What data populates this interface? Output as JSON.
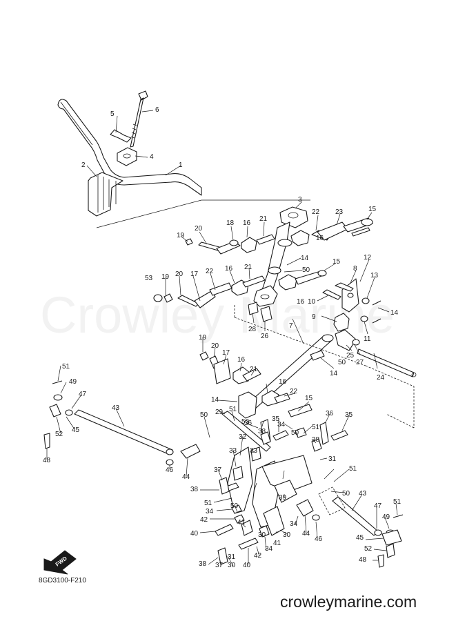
{
  "watermark": "Crowley Marine",
  "diagram_code": "8GD3100-F210",
  "website": "crowleymarine.com",
  "fwd_label": "FWD",
  "callouts": [
    {
      "id": "c1",
      "text": "1"
    },
    {
      "id": "c2",
      "text": "2"
    },
    {
      "id": "c3",
      "text": "3"
    },
    {
      "id": "c4",
      "text": "4"
    },
    {
      "id": "c5",
      "text": "5"
    },
    {
      "id": "c6",
      "text": "6"
    },
    {
      "id": "c7",
      "text": "7"
    },
    {
      "id": "c8",
      "text": "8"
    },
    {
      "id": "c9",
      "text": "9"
    },
    {
      "id": "c10",
      "text": "10"
    },
    {
      "id": "c11",
      "text": "11"
    },
    {
      "id": "c12",
      "text": "12"
    },
    {
      "id": "c13",
      "text": "13"
    },
    {
      "id": "c14a",
      "text": "14"
    },
    {
      "id": "c14b",
      "text": "14"
    },
    {
      "id": "c14c",
      "text": "14"
    },
    {
      "id": "c14d",
      "text": "14"
    },
    {
      "id": "c15a",
      "text": "15"
    },
    {
      "id": "c15b",
      "text": "15"
    },
    {
      "id": "c15c",
      "text": "15"
    },
    {
      "id": "c16a",
      "text": "16"
    },
    {
      "id": "c16b",
      "text": "16"
    },
    {
      "id": "c16c",
      "text": "16"
    },
    {
      "id": "c16d",
      "text": "16"
    },
    {
      "id": "c16e",
      "text": "16"
    },
    {
      "id": "c16f",
      "text": "16"
    },
    {
      "id": "c17a",
      "text": "17"
    },
    {
      "id": "c17b",
      "text": "17"
    },
    {
      "id": "c18",
      "text": "18"
    },
    {
      "id": "c19a",
      "text": "19"
    },
    {
      "id": "c19b",
      "text": "19"
    },
    {
      "id": "c19c",
      "text": "19"
    },
    {
      "id": "c20a",
      "text": "20"
    },
    {
      "id": "c20b",
      "text": "20"
    },
    {
      "id": "c20c",
      "text": "20"
    },
    {
      "id": "c21a",
      "text": "21"
    },
    {
      "id": "c21b",
      "text": "21"
    },
    {
      "id": "c21c",
      "text": "21"
    },
    {
      "id": "c22a",
      "text": "22"
    },
    {
      "id": "c22b",
      "text": "22"
    },
    {
      "id": "c22c",
      "text": "22"
    },
    {
      "id": "c23",
      "text": "23"
    },
    {
      "id": "c24",
      "text": "24"
    },
    {
      "id": "c25",
      "text": "25"
    },
    {
      "id": "c26",
      "text": "26"
    },
    {
      "id": "c27",
      "text": "27"
    },
    {
      "id": "c28",
      "text": "28"
    },
    {
      "id": "c29",
      "text": "29"
    },
    {
      "id": "c30a",
      "text": "30"
    },
    {
      "id": "c30b",
      "text": "30"
    },
    {
      "id": "c30c",
      "text": "30"
    },
    {
      "id": "c31a",
      "text": "31"
    },
    {
      "id": "c31b",
      "text": "31"
    },
    {
      "id": "c32",
      "text": "32"
    },
    {
      "id": "c33a",
      "text": "33"
    },
    {
      "id": "c33b",
      "text": "33"
    },
    {
      "id": "c34a",
      "text": "34"
    },
    {
      "id": "c34b",
      "text": "34"
    },
    {
      "id": "c34c",
      "text": "34"
    },
    {
      "id": "c34d",
      "text": "34"
    },
    {
      "id": "c35a",
      "text": "35"
    },
    {
      "id": "c35b",
      "text": "35"
    },
    {
      "id": "c36a",
      "text": "36"
    },
    {
      "id": "c36b",
      "text": "36"
    },
    {
      "id": "c37a",
      "text": "37"
    },
    {
      "id": "c37b",
      "text": "37"
    },
    {
      "id": "c38a",
      "text": "38"
    },
    {
      "id": "c38b",
      "text": "38"
    },
    {
      "id": "c38c",
      "text": "38"
    },
    {
      "id": "c38d",
      "text": "38"
    },
    {
      "id": "c39",
      "text": "39"
    },
    {
      "id": "c40a",
      "text": "40"
    },
    {
      "id": "c40b",
      "text": "40"
    },
    {
      "id": "c41a",
      "text": "41"
    },
    {
      "id": "c41b",
      "text": "41"
    },
    {
      "id": "c42a",
      "text": "42"
    },
    {
      "id": "c42b",
      "text": "42"
    },
    {
      "id": "c43a",
      "text": "43"
    },
    {
      "id": "c43b",
      "text": "43"
    },
    {
      "id": "c44a",
      "text": "44"
    },
    {
      "id": "c44b",
      "text": "44"
    },
    {
      "id": "c45a",
      "text": "45"
    },
    {
      "id": "c45b",
      "text": "45"
    },
    {
      "id": "c46a",
      "text": "46"
    },
    {
      "id": "c46b",
      "text": "46"
    },
    {
      "id": "c47a",
      "text": "47"
    },
    {
      "id": "c47b",
      "text": "47"
    },
    {
      "id": "c48a",
      "text": "48"
    },
    {
      "id": "c48b",
      "text": "48"
    },
    {
      "id": "c49a",
      "text": "49"
    },
    {
      "id": "c49b",
      "text": "49"
    },
    {
      "id": "c50a",
      "text": "50"
    },
    {
      "id": "c50b",
      "text": "50"
    },
    {
      "id": "c50c",
      "text": "50"
    },
    {
      "id": "c50d",
      "text": "50"
    },
    {
      "id": "c50e",
      "text": "50"
    },
    {
      "id": "c50f",
      "text": "50"
    },
    {
      "id": "c50g",
      "text": "50"
    },
    {
      "id": "c51a",
      "text": "51"
    },
    {
      "id": "c51b",
      "text": "51"
    },
    {
      "id": "c51c",
      "text": "51"
    },
    {
      "id": "c51d",
      "text": "51"
    },
    {
      "id": "c51e",
      "text": "51"
    },
    {
      "id": "c51f",
      "text": "51"
    },
    {
      "id": "c52a",
      "text": "52"
    },
    {
      "id": "c52b",
      "text": "52"
    },
    {
      "id": "c53",
      "text": "53"
    }
  ]
}
